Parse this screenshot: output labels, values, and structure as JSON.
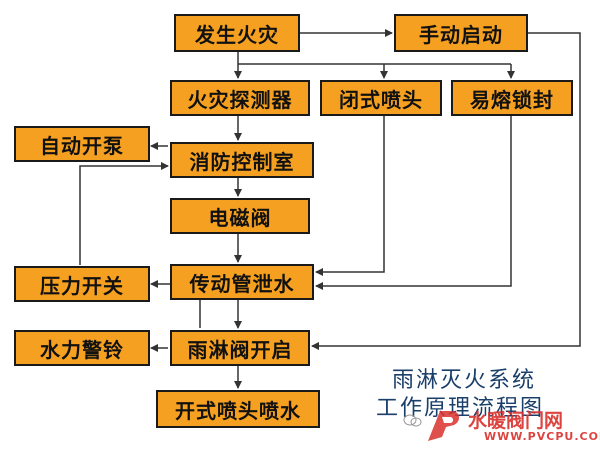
{
  "diagram": {
    "nodes": {
      "fire": "发生火灾",
      "manual_start": "手动启动",
      "detector": "火灾探测器",
      "closed_sprinkler": "闭式喷头",
      "fusible_lock": "易熔锁封",
      "auto_pump": "自动开泵",
      "control_room": "消防控制室",
      "solenoid_valve": "电磁阀",
      "pressure_switch": "压力开关",
      "drain_pipe": "传动管泄水",
      "water_alarm": "水力警铃",
      "deluge_valve": "雨淋阀开启",
      "open_sprinkler": "开式喷头喷水"
    },
    "caption": {
      "line1": "雨淋灭火系统",
      "line2": "工作原理流程图"
    }
  },
  "watermark": {
    "name": "水暖阀门网",
    "url": "WWW.PVCPU.COM"
  },
  "colors": {
    "box_fill": "#f5a020",
    "box_border": "#1a1a1a",
    "line": "#333333",
    "caption": "#1a3f6a",
    "watermark": "#d9302c"
  }
}
